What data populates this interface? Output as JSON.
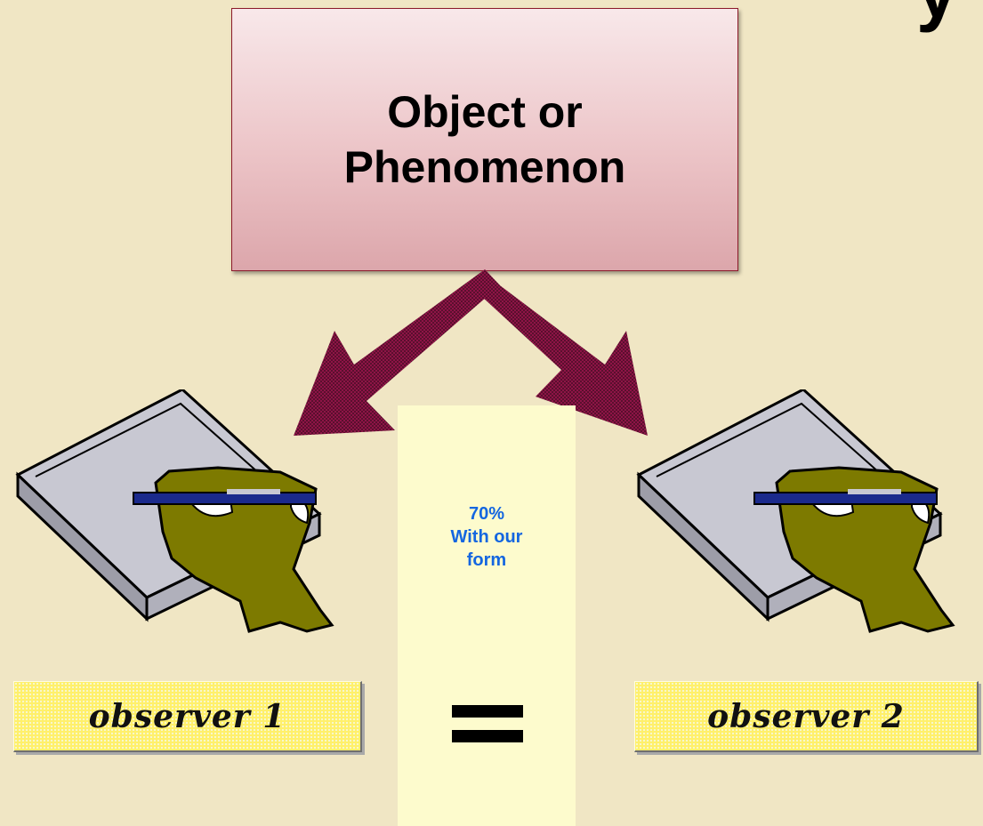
{
  "title_fragment": "y",
  "object_box": {
    "line1": "Object or",
    "line2": "Phenomenon"
  },
  "agreement": {
    "percent": "70%",
    "line2": "With our",
    "line3": "form"
  },
  "observers": [
    {
      "label": "observer 1"
    },
    {
      "label": "observer 2"
    }
  ],
  "colors": {
    "background": "#f0e6c4",
    "arrow": "#8e1446",
    "agreement_text": "#1466e0",
    "label_fill": "#fff06a",
    "middle_panel": "#fdfbcd",
    "hand": "#7d7a00",
    "notebook": "#c8c8d2",
    "pen": "#1b2a8c"
  }
}
